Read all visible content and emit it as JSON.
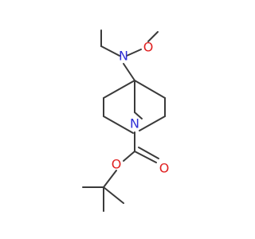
{
  "molecule": {
    "colors": {
      "bond": "#3a3a3a",
      "nitrogen": "#2f2fd6",
      "oxygen": "#e02020",
      "background": "#ffffff"
    },
    "atoms": {
      "n_amine": "N",
      "o_methoxy": "O",
      "n_ring": "N",
      "o_ester": "O",
      "o_carbonyl": "O"
    }
  }
}
